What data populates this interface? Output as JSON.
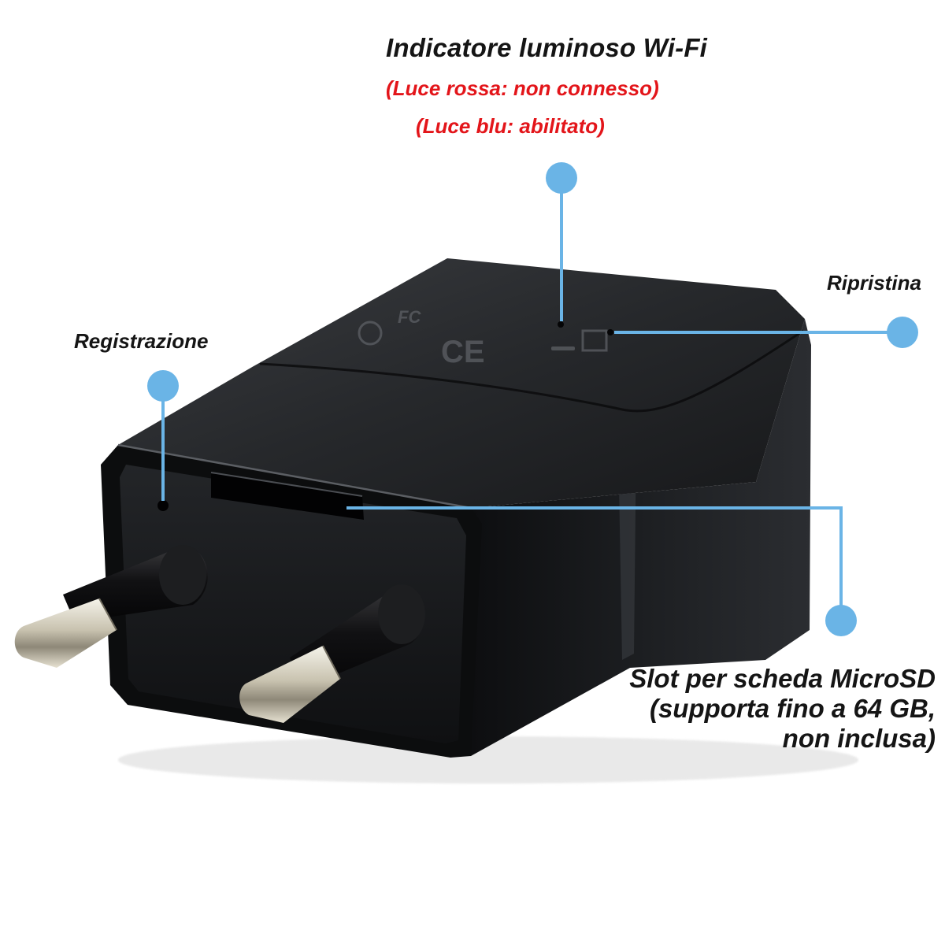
{
  "labels": {
    "wifi_indicator": "Indicatore luminoso Wi-Fi",
    "wifi_red": "(Luce rossa: non connesso)",
    "wifi_blue": "(Luce blu: abilitato)",
    "reset": "Ripristina",
    "recording": "Registrazione",
    "microsd": {
      "line1": "Slot per scheda MicroSD",
      "line2": "(supporta fino a 64 GB,",
      "line3": "non inclusa)"
    }
  },
  "device_markings": {
    "fc": "FC",
    "ce": "CE"
  },
  "colors": {
    "callout": "#6ab4e6",
    "warning_text": "#e3151a",
    "device_body": "#111214",
    "text": "#151515"
  }
}
